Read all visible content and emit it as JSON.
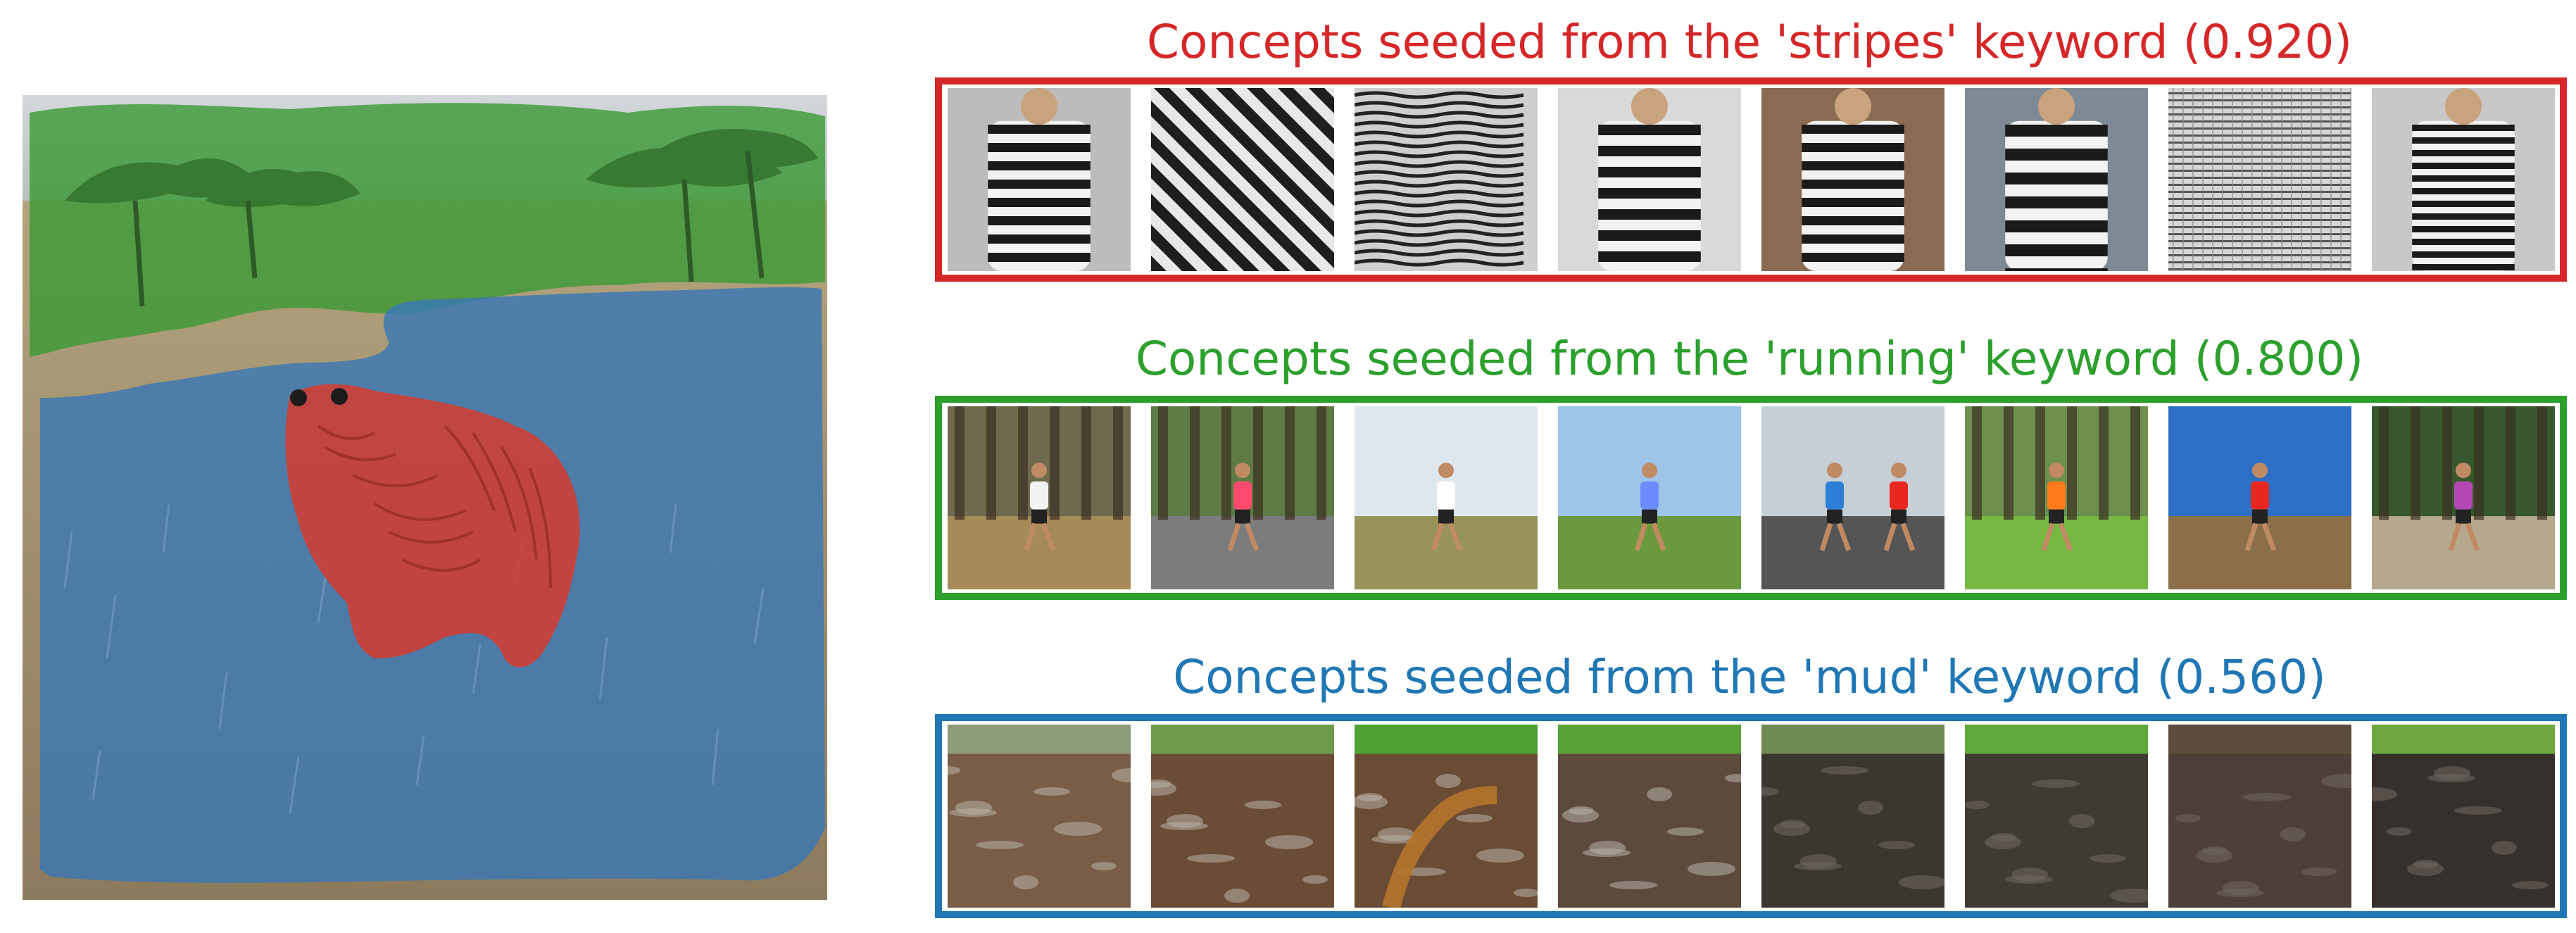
{
  "segmentation": {
    "regions": [
      {
        "concept": "stripes",
        "color": "#d62728"
      },
      {
        "concept": "running",
        "color": "#2ca02c"
      },
      {
        "concept": "mud",
        "color": "#1f77b4"
      }
    ]
  },
  "panels": [
    {
      "title": "Concepts seeded from the 'stripes' keyword (0.920)",
      "color": "#d62728",
      "thumbnails": [
        "striped-sweater",
        "diagonal-stripes",
        "wavy-stripes",
        "striped-outfit",
        "striped-dress",
        "striped-skirt",
        "striped-fabric",
        "striped-top"
      ]
    },
    {
      "title": "Concepts seeded from the 'running' keyword (0.800)",
      "color": "#2ca02c",
      "thumbnails": [
        "runner-forest",
        "runner-road",
        "runner-field",
        "runner-grass",
        "two-runners",
        "runner-park-path",
        "runner-sky",
        "runner-trail"
      ]
    },
    {
      "title": "Concepts seeded from the 'mud' keyword (0.560)",
      "color": "#1f77b4",
      "thumbnails": [
        "mud-puddles",
        "mud-field",
        "mud-stream",
        "mud-tracks",
        "dark-mud",
        "mud-rut",
        "dry-mud",
        "mud-splash"
      ]
    }
  ]
}
